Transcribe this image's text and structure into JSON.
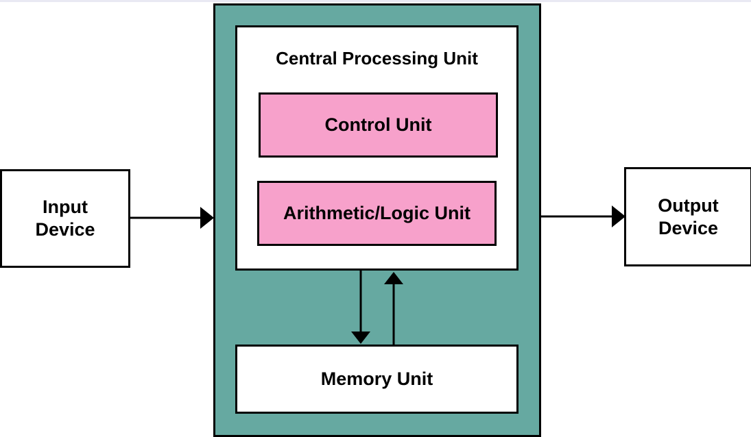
{
  "diagram": {
    "cpu": {
      "title": "Central Processing Unit",
      "control_unit": "Control Unit",
      "alu": "Arithmetic/Logic Unit"
    },
    "memory_unit": "Memory Unit",
    "input_device": {
      "line1": "Input",
      "line2": "Device"
    },
    "output_device": {
      "line1": "Output",
      "line2": "Device"
    }
  },
  "colors": {
    "cpu_background": "#66a9a1",
    "unit_fill": "#f7a1cb",
    "box_fill": "#ffffff",
    "stroke": "#000000"
  }
}
